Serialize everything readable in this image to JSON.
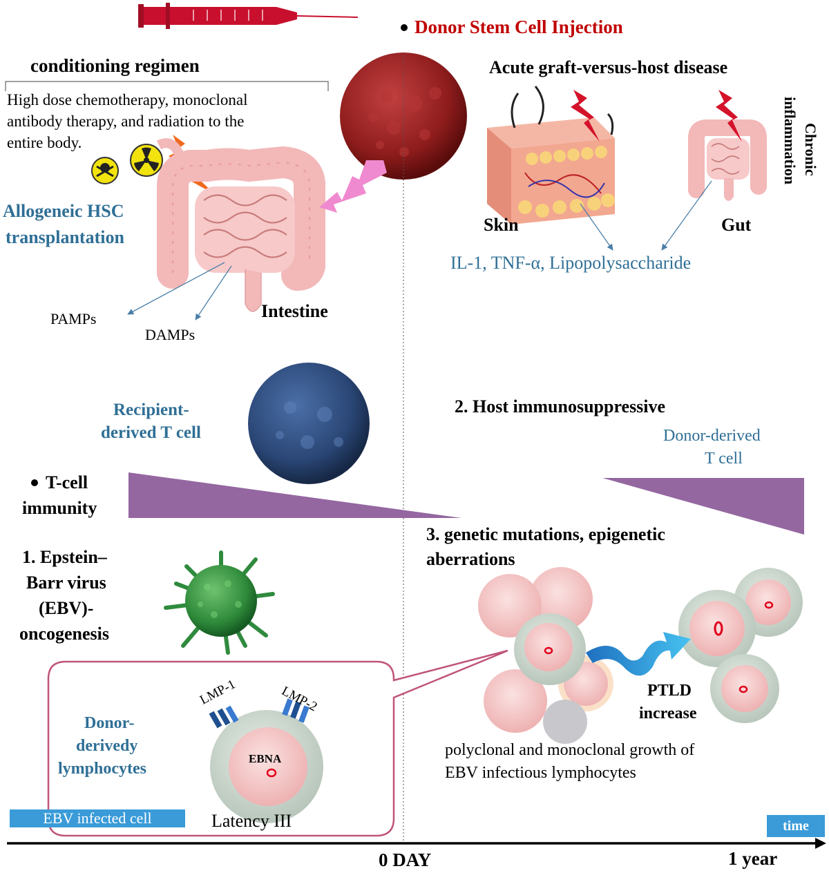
{
  "top": {
    "donor_injection": "Donor Stem Cell Injection",
    "conditioning_title": "conditioning regimen",
    "conditioning_text_1": "High dose chemotherapy, monoclonal",
    "conditioning_text_2": "antibody therapy, and radiation to the",
    "conditioning_text_3": "entire body.",
    "hsc_1": "Allogeneic HSC",
    "hsc_2": "transplantation",
    "intestine": "Intestine",
    "pamps": "PAMPs",
    "damps": "DAMPs",
    "gvhd_title": "Acute graft-versus-host disease",
    "chronic_1": "Chronic",
    "chronic_2": "inflammation",
    "skin": "Skin",
    "gut": "Gut",
    "cytokines": "IL-1, TNF-α, Lipopolysaccharide"
  },
  "middle": {
    "recipient_1": "Recipient-",
    "recipient_2": "derived T cell",
    "tcell_1": "T-cell",
    "tcell_2": "immunity",
    "host_immuno": "2. Host immunosuppressive",
    "donor_t_1": "Donor-derived",
    "donor_t_2": "T cell"
  },
  "bottom": {
    "ebv_1": "1. Epstein–",
    "ebv_2": "Barr virus",
    "ebv_3": "(EBV)-",
    "ebv_4": "oncogenesis",
    "mutations_1": "3. genetic mutations, epigenetic",
    "mutations_2": "aberrations",
    "donor_lym_1": "Donor-",
    "donor_lym_2": "derivedy",
    "donor_lym_3": "lymphocytes",
    "lmp1": "LMP-1",
    "lmp2": "LMP-2",
    "ebna": "EBNA",
    "latency": "Latency III",
    "ebv_infected": "EBV infected cell",
    "ptld_1": "PTLD",
    "ptld_2": "increase",
    "growth_1": "polyclonal and monoclonal growth of",
    "growth_2": "EBV infectious lymphocytes"
  },
  "timeline": {
    "time_label": "time",
    "zero_day": "0 DAY",
    "one_year": "1 year"
  },
  "colors": {
    "purple": "#9467a0",
    "teal": "#2f6f96",
    "red": "#c00000",
    "blue_label": "#3a9bd8"
  }
}
